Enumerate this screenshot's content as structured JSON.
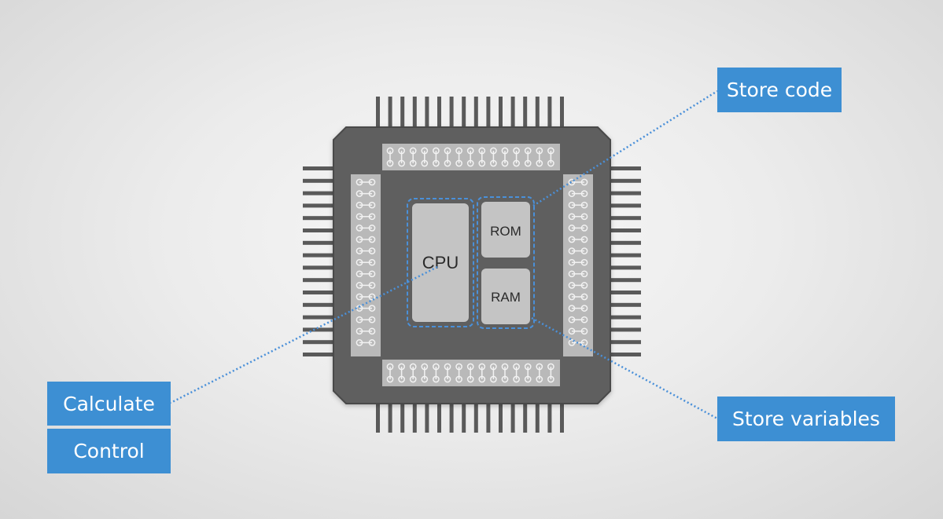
{
  "chip": {
    "cpu_label": "CPU",
    "rom_label": "ROM",
    "ram_label": "RAM"
  },
  "callouts": {
    "store_code": "Store code",
    "store_variables": "Store variables",
    "calculate": "Calculate",
    "control": "Control"
  },
  "colors": {
    "chip_body": "#5e5e5e",
    "chip_border": "#4a4a4a",
    "block_fill": "#c4c4c4",
    "pin": "#5a5a5a",
    "pad_strip": "#b9b9b9",
    "callout": "#3d8fd3",
    "connector_line": "#4a90d9"
  }
}
